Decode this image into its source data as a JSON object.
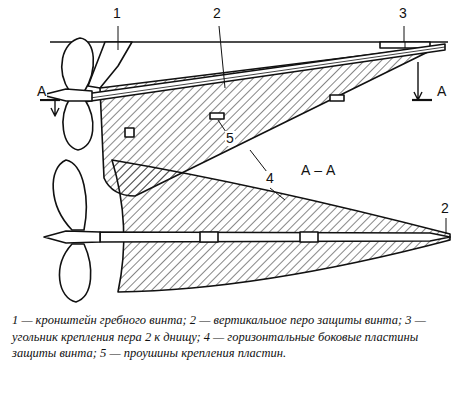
{
  "diagram": {
    "caption": "1 — кронштейн гребного винта; 2 — вертикальиое перо защиты винта; 3 — угольник крепления пера 2 к днищу; 4 — горизонтальные боковые пластины защиты винта; 5 — проушины крепления пластин.",
    "labels": [
      "1",
      "2",
      "3",
      "А",
      "А",
      "5",
      "4",
      "А – А",
      "2"
    ]
  }
}
